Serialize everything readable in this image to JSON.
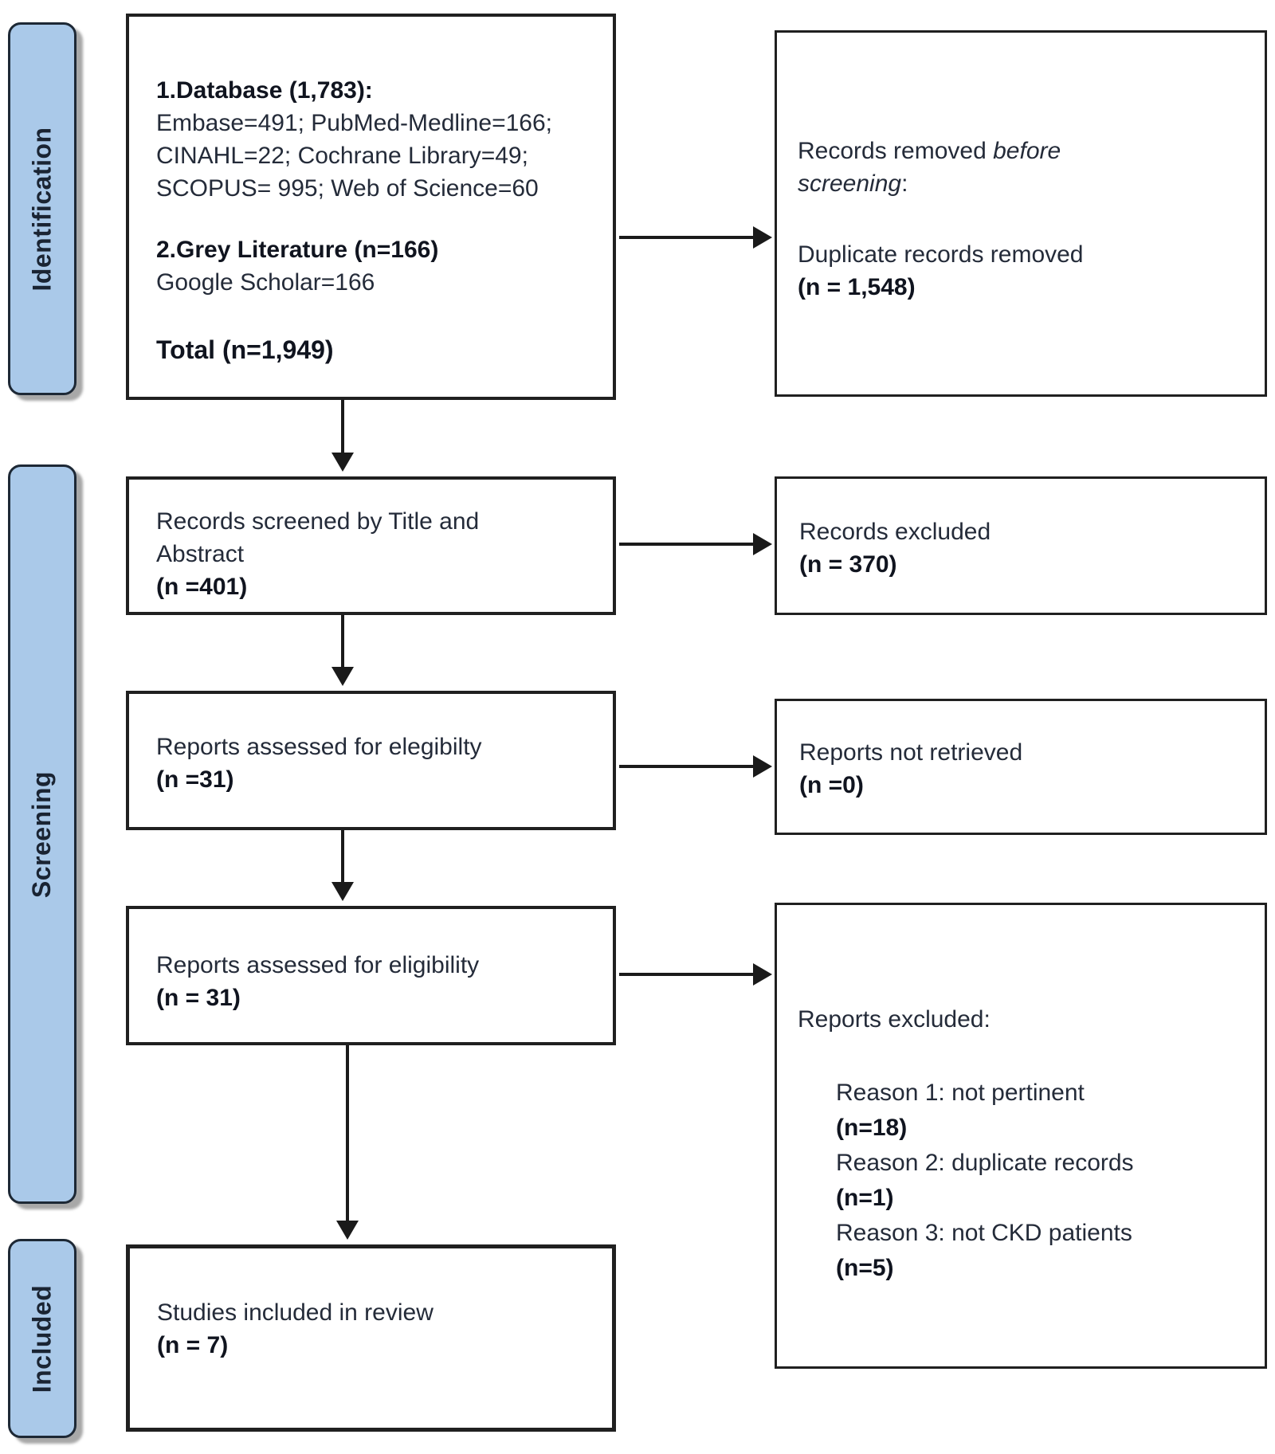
{
  "colors": {
    "sidebar_fill": "#aac9e9",
    "sidebar_border": "#1d2835",
    "box_border": "#202020",
    "text": "#242b39",
    "arrow": "#1a1a1a"
  },
  "sidebar": {
    "stages": [
      {
        "label": "Identification"
      },
      {
        "label": "Screening"
      },
      {
        "label": "Included"
      }
    ]
  },
  "boxes": {
    "identification_sources": {
      "item1_title": "1.Database (1,783):",
      "item1_lines": [
        "Embase=491; PubMed-Medline=166;",
        "CINAHL=22; Cochrane Library=49;",
        "SCOPUS= 995; Web of Science=60"
      ],
      "item2_title": "2.Grey Literature (n=166)",
      "item2_line": "Google Scholar=166",
      "total": "Total (n=1,949)"
    },
    "records_removed": {
      "line_prefix": "Records removed ",
      "line_italic": "before screening",
      "line_suffix": ":",
      "detail": "Duplicate records removed",
      "detail_n": "(n = 1,548)"
    },
    "records_screened": {
      "text": "Records screened by Title and Abstract",
      "n": "(n =401)"
    },
    "records_excluded": {
      "text": "Records excluded",
      "n": "(n = 370)"
    },
    "reports_assessed_eligibility_1": {
      "text": "Reports assessed for elegibilty",
      "n": "(n =31)"
    },
    "reports_not_retrieved": {
      "text": "Reports not retrieved",
      "n": "(n =0)"
    },
    "reports_assessed_eligibility_2": {
      "text": "Reports assessed for eligibility",
      "n": "(n = 31)"
    },
    "reports_excluded": {
      "title": "Reports excluded:",
      "reasons": [
        {
          "text": "Reason 1: not pertinent",
          "n": "(n=18)"
        },
        {
          "text": "Reason 2: duplicate records",
          "n": "(n=1)"
        },
        {
          "text": "Reason 3: not CKD patients",
          "n": "(n=5)"
        }
      ]
    },
    "studies_included": {
      "text": "Studies included in review",
      "n": "(n = 7)"
    }
  }
}
